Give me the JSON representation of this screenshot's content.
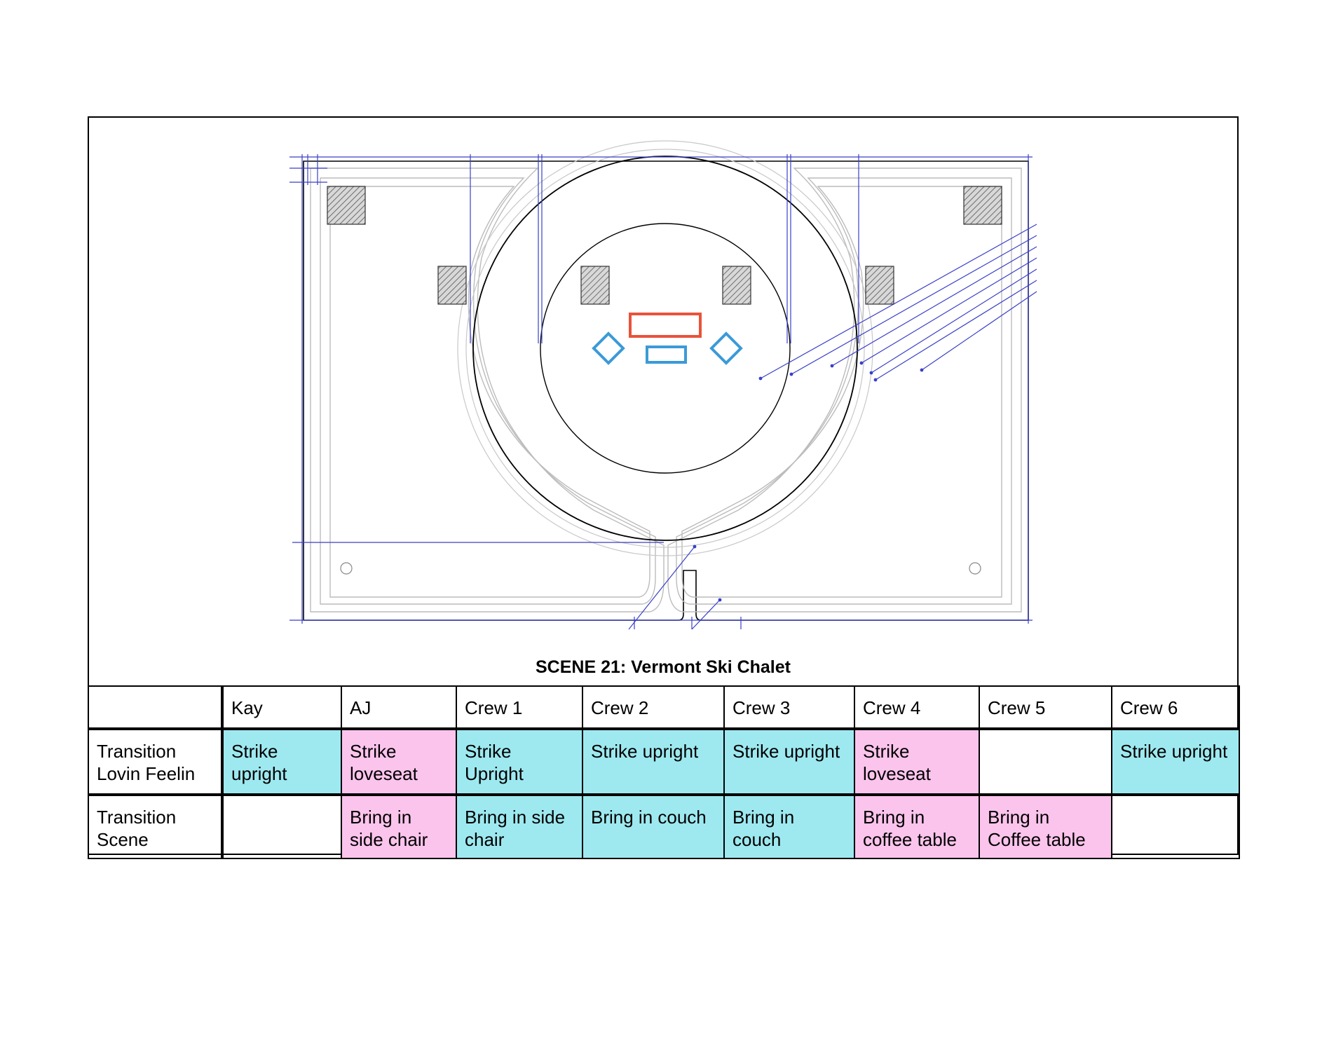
{
  "scene_title": "SCENE 21: Vermont Ski Chalet",
  "colors": {
    "cyan": "#9ee9f0",
    "pink": "#fbc4ec",
    "prop_red": "#e8533a",
    "prop_blue": "#3b9ad8",
    "guide_blue": "#3a3fc8"
  },
  "table": {
    "corner": "",
    "columns": [
      "Kay",
      "AJ",
      "Crew 1",
      "Crew 2",
      "Crew 3",
      "Crew 4",
      "Crew 5",
      "Crew 6"
    ],
    "rows": [
      {
        "label_line1": "Transition",
        "label_line2": "Lovin Feelin",
        "cells": [
          {
            "text": "Strike upright",
            "color": "cyan"
          },
          {
            "text": "Strike loveseat",
            "color": "pink"
          },
          {
            "text": "Strike Upright",
            "color": "cyan"
          },
          {
            "text": "Strike upright",
            "color": "cyan"
          },
          {
            "text": "Strike upright",
            "color": "cyan"
          },
          {
            "text": "Strike loveseat",
            "color": "pink"
          },
          {
            "text": "",
            "color": "none"
          },
          {
            "text": "Strike upright",
            "color": "cyan"
          }
        ]
      },
      {
        "label_line1": "Transition",
        "label_line2": "Scene",
        "cells": [
          {
            "text": "",
            "color": "none"
          },
          {
            "text": "Bring in side chair",
            "color": "pink"
          },
          {
            "text": "Bring in side chair",
            "color": "cyan"
          },
          {
            "text": "Bring in couch",
            "color": "cyan"
          },
          {
            "text": "Bring in couch",
            "color": "cyan"
          },
          {
            "text": "Bring in coffee table",
            "color": "pink"
          },
          {
            "text": "Bring in Coffee table",
            "color": "pink"
          },
          {
            "text": "",
            "color": "none"
          }
        ]
      }
    ]
  }
}
